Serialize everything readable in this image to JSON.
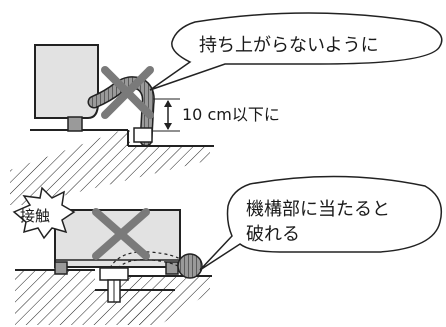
{
  "panel_top": {
    "bubble_text": "持ち上がらないように",
    "measure_label": "10 cm以下に"
  },
  "panel_bottom": {
    "bubble_text_line1": "機構部に当たると",
    "bubble_text_line2": "破れる",
    "burst_label": "接触"
  },
  "colors": {
    "machine_fill": "#e2e2e2",
    "hose_fill": "#8a8a8a",
    "x_mark": "#7a7a7a",
    "line": "#222222"
  }
}
